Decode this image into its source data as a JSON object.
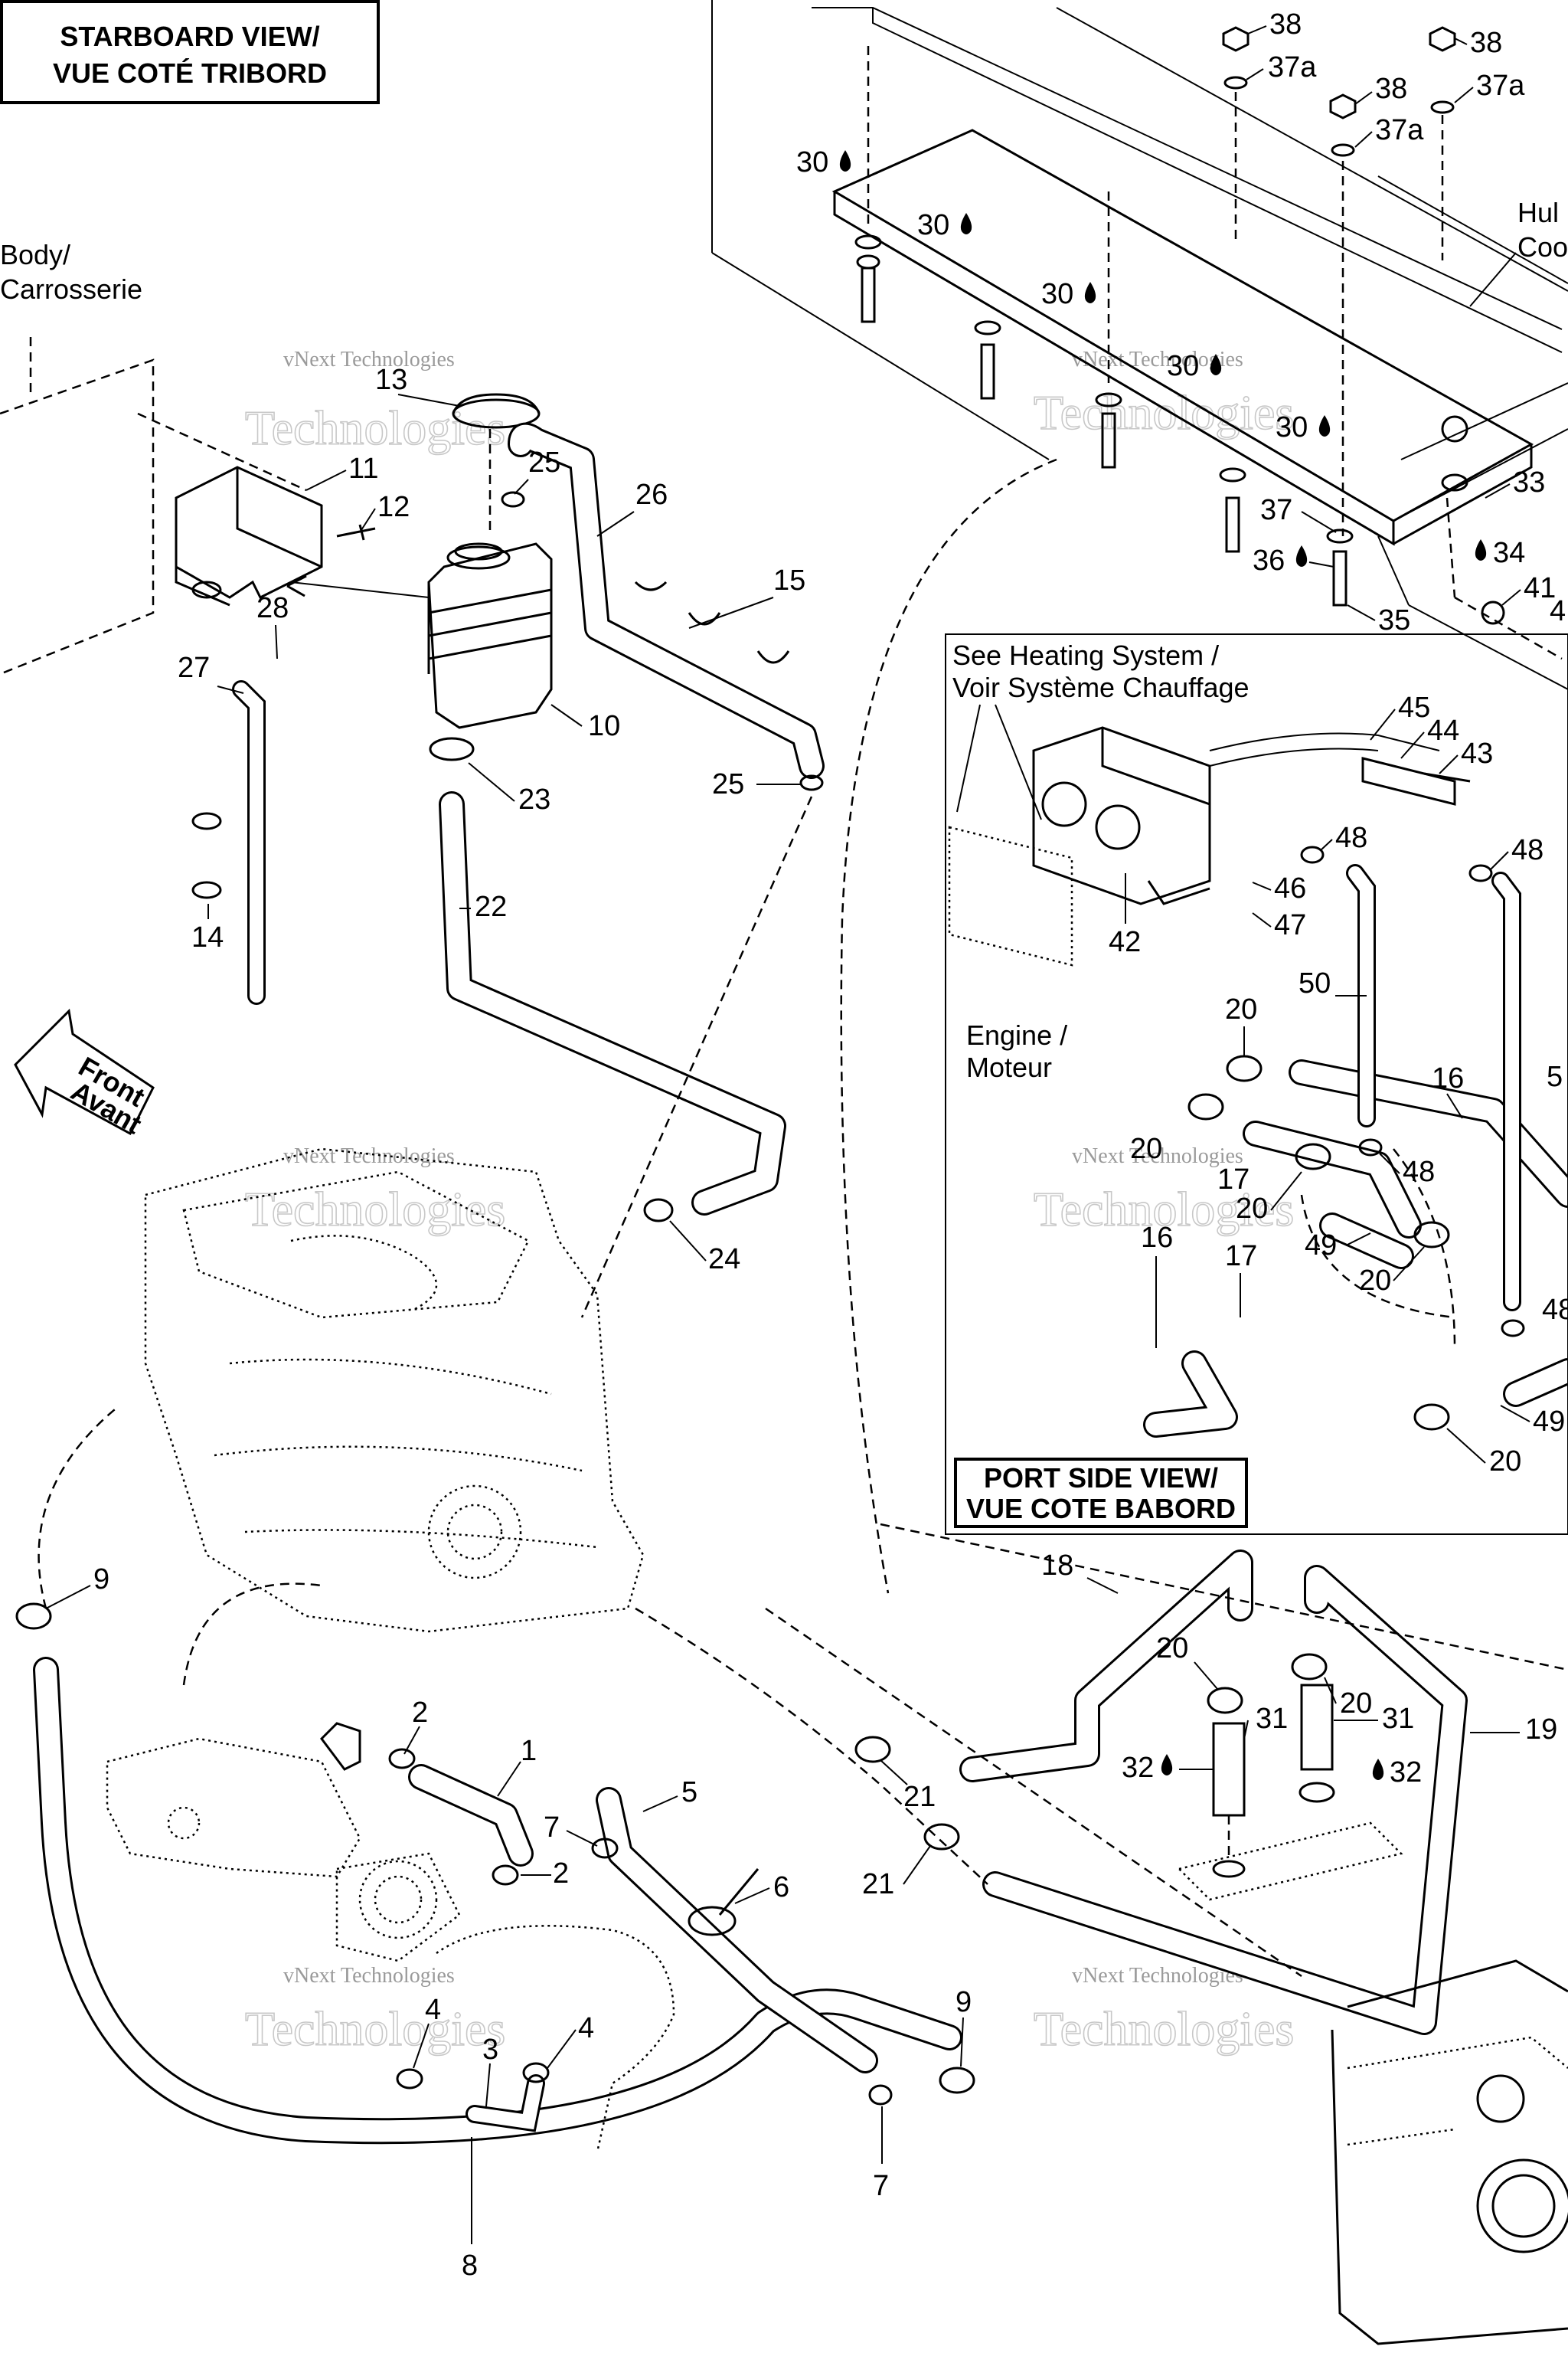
{
  "header": {
    "title_line1": "STARBOARD VIEW/",
    "title_line2": "VUE COTÉ TRIBORD"
  },
  "labels": {
    "body": "Body/",
    "carrosserie": "Carrosserie",
    "hull_1": "Hul",
    "hull_2": "Coo",
    "heating_1": "See Heating System /",
    "heating_2": "Voir Système Chauffage",
    "engine_1": "Engine /",
    "engine_2": "Moteur",
    "front_1": "Front",
    "front_2": "Avant",
    "port_1": "PORT SIDE VIEW/",
    "port_2": "VUE COTE BABORD"
  },
  "watermark": {
    "line1": "vNext Technologies",
    "line2": "Technologies"
  },
  "callouts": {
    "c1": "1",
    "c2a": "2",
    "c2b": "2",
    "c3": "3",
    "c4a": "4",
    "c4b": "4",
    "c5": "5",
    "c6": "6",
    "c7a": "7",
    "c7b": "7",
    "c8": "8",
    "c9a": "9",
    "c9b": "9",
    "c10": "10",
    "c11": "11",
    "c12": "12",
    "c13": "13",
    "c14": "14",
    "c15": "15",
    "c16a": "16",
    "c16b": "16",
    "c17a": "17",
    "c17b": "17",
    "c18": "18",
    "c19": "19",
    "c20a": "20",
    "c20b": "20",
    "c20c": "20",
    "c20d": "20",
    "c20e": "20",
    "c20f": "20",
    "c20g": "20",
    "c21a": "21",
    "c21b": "21",
    "c22": "22",
    "c23": "23",
    "c24": "24",
    "c25a": "25",
    "c25b": "25",
    "c26": "26",
    "c27": "27",
    "c28": "28",
    "c30a": "30",
    "c30b": "30",
    "c30c": "30",
    "c30d": "30",
    "c30e": "30",
    "c31a": "31",
    "c31b": "31",
    "c32a": "32",
    "c32b": "32",
    "c33": "33",
    "c34": "34",
    "c35": "35",
    "c36": "36",
    "c37": "37",
    "c37a1": "37a",
    "c37a2": "37a",
    "c37a3": "37a",
    "c38a": "38",
    "c38b": "38",
    "c38c": "38",
    "c41": "41",
    "c4x": "4",
    "c42": "42",
    "c43": "43",
    "c44": "44",
    "c45": "45",
    "c46": "46",
    "c47": "47",
    "c48a": "48",
    "c48b": "48",
    "c48c": "48",
    "c48d": "48",
    "c49a": "49",
    "c49b": "49",
    "c50": "50",
    "c5x": "5"
  }
}
